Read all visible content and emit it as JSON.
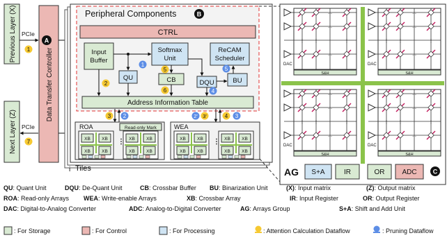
{
  "left": {
    "previous_layer": "Previous Layer (X)",
    "next_layer": "Next Layer (Z)",
    "pcie_top": "PCIe",
    "pcie_bottom": "PCIe",
    "dtc": "Data Transfer Controller",
    "marker_a": "A",
    "step_1": "1",
    "step_7": "7"
  },
  "peripheral": {
    "title": "Peripheral Components",
    "marker_b": "B",
    "ctrl": "CTRL",
    "input_buffer_l1": "Input",
    "input_buffer_l2": "Buffer",
    "qu": "QU",
    "softmax_l1": "Softmax",
    "softmax_l2": "Unit",
    "recam_l1": "ReCAM",
    "recam_l2": "Scheduler",
    "cb": "CB",
    "dqu": "DQU",
    "bu": "BU",
    "ait": "Address Information Table",
    "n1": "1",
    "n2": "2",
    "n5": "5",
    "n6": "6",
    "n4": "4",
    "n5b": "5"
  },
  "arrays": {
    "roa": "ROA",
    "wea": "WEA",
    "readonly_mark": "Read-only Mark",
    "xb": "XB",
    "tiles": "Tiles",
    "ellipsis": "⋮",
    "below_left": [
      "3",
      "2"
    ],
    "below_right": [
      "2'",
      "3'",
      "4",
      "3"
    ]
  },
  "ag": {
    "ag": "AG",
    "sa": "S+A",
    "ir": "IR",
    "or": "OR",
    "adc": "ADC",
    "marker_c": "C",
    "dac": "DAC",
    "sh": "S&H",
    "dots_h": "...",
    "dots_v": "⋮"
  },
  "legend": {
    "line1": [
      {
        "b": "QU",
        "t": ": Quant Unit"
      },
      {
        "b": "DQU",
        "t": ": De-Quant Unit"
      },
      {
        "b": "CB",
        "t": ": Crossbar Buffer"
      },
      {
        "b": "BU",
        "t": ": Binarization Unit"
      },
      {
        "b": "(X)",
        "t": ": Input matrix"
      },
      {
        "b": "(Z)",
        "t": ": Output matrix"
      }
    ],
    "line2": [
      {
        "b": "ROA",
        "t": ": Read-only Arrays"
      },
      {
        "b": "WEA",
        "t": ": Write-enable Arrays"
      },
      {
        "b": "XB",
        "t": ": Crossbar Array"
      },
      {
        "b": "IR",
        "t": ": Input Register"
      },
      {
        "b": "OR",
        "t": ": Output Register"
      }
    ],
    "line3": [
      {
        "b": "DAC",
        "t": ": Digital-to-Analog Converter"
      },
      {
        "b": "ADC",
        "t": ": Analog-to-Digital Converter"
      },
      {
        "b": "AG",
        "t": ": Arrays Group"
      },
      {
        "b": "S+A",
        "t": ": Shift and Add Unit"
      }
    ],
    "storage": ": For Storage",
    "control": ": For Control",
    "processing": ": For Processing",
    "attention": ": Attention Calculation Dataflow",
    "pruning": ": Pruning Dataflow"
  },
  "colors": {
    "storage": "#d9ead3",
    "control": "#ecb8b4",
    "processing": "#cfe4f3",
    "attention": "#f6c932",
    "pruning": "#5d8ee6",
    "bus": "#8bc34a"
  }
}
